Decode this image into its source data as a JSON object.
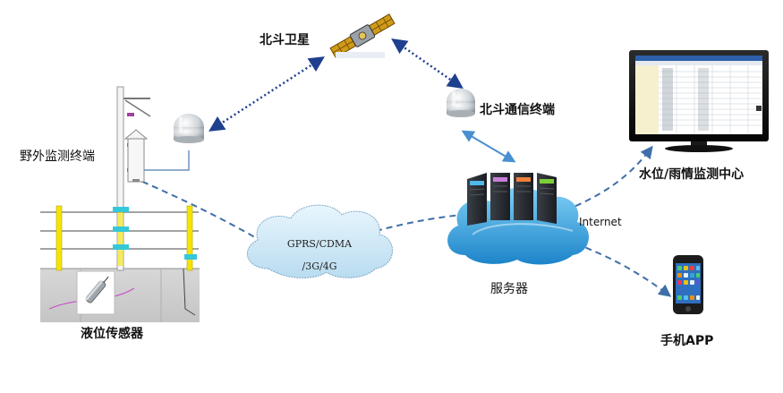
{
  "labels": {
    "satellite": "北斗卫星",
    "comm_terminal": "北斗通信终端",
    "field_terminal": "野外监测终端",
    "level_sensor": "液位传感器",
    "monitor_center": "水位/雨情监测中心",
    "internet": "Internet",
    "server": "服务器",
    "mobile_app": "手机APP",
    "network_line1": "GPRS/CDMA",
    "network_line2": "/3G/4G"
  },
  "colors": {
    "link_dotted": "#1f3f8f",
    "link_dashed": "#3f6fa8",
    "link_arrow": "#4a8fd0",
    "pole_yellow": "#f5e400",
    "pole_cyan": "#34c8d8",
    "antenna_gray": "#c9ced2"
  }
}
